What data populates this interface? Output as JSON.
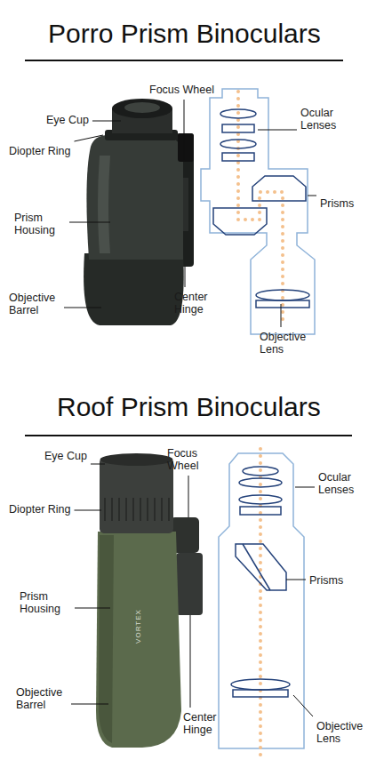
{
  "diagram": {
    "title": "Porro Prism Binoculars",
    "labels": [
      "Focus Wheel",
      "Eye Cup",
      "Diopter Ring",
      "Prism Housing",
      "Objective Barrel",
      "Center Hinge",
      "Ocular Lenses",
      "Prisms",
      "Objective Lens",
      "Roof Prism Binoculars",
      "Eye Cup",
      "Focus Wheel",
      "Diopter Ring",
      "Prism Housing",
      "Objective Barrel",
      "Center Hinge",
      "Ocular Lenses",
      "Prisms",
      "Objective Lens",
      "VORTEX"
    ]
  }
}
